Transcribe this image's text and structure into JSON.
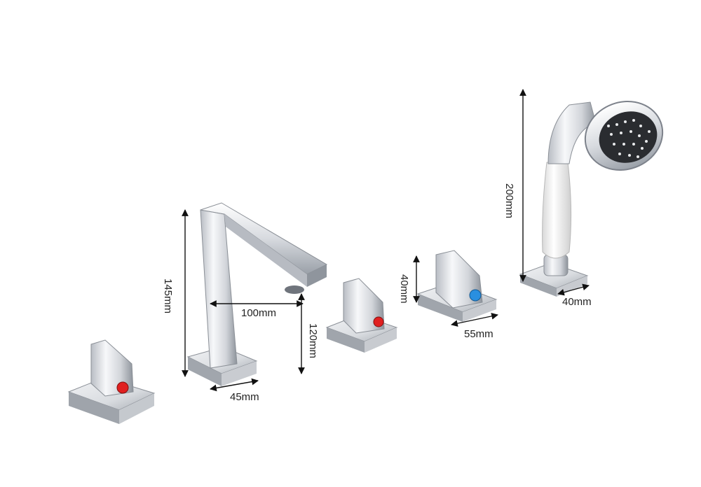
{
  "colors": {
    "background": "#ffffff",
    "chrome_light": "#f4f5f7",
    "chrome_mid": "#c9ccd2",
    "chrome_dark": "#7d828b",
    "handle_white": "#f3f3f3",
    "hot_indicator": "#e02020",
    "cold_indicator": "#2a8fe0",
    "arrow": "#111111"
  },
  "dimensions": {
    "spout_height": "145mm",
    "spout_reach": "100mm",
    "spout_base": "45mm",
    "valve_height": "120mm",
    "handle_height": "40mm",
    "handle_base": "55mm",
    "shower_height": "200mm",
    "shower_base": "40mm"
  },
  "components": [
    {
      "id": "hot-valve-left",
      "indicator": "hot"
    },
    {
      "id": "tub-spout"
    },
    {
      "id": "hot-valve-center",
      "indicator": "hot"
    },
    {
      "id": "cold-valve",
      "indicator": "cold"
    },
    {
      "id": "hand-shower"
    }
  ]
}
